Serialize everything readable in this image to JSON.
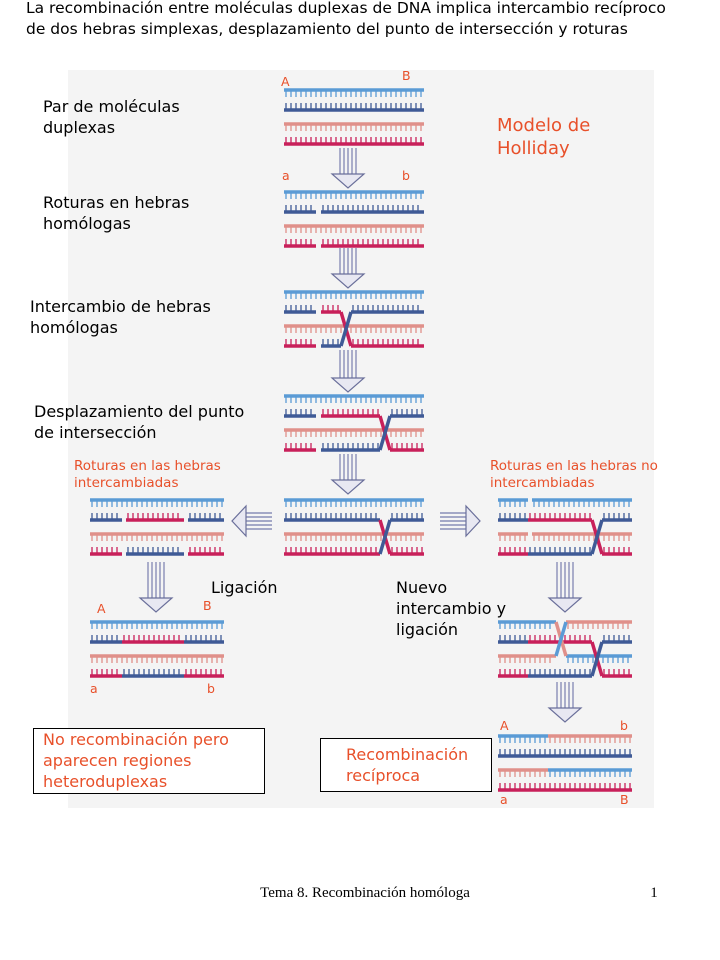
{
  "title": "La recombinación entre moléculas duplexas de DNA implica intercambio recíproco de dos hebras simplexas, desplazamiento del punto de intersección y roturas",
  "model_label": "Modelo de Holliday",
  "steps": {
    "pair": "Par de moléculas duplexas",
    "breaks": "Roturas en hebras homólogas",
    "exchange": "Intercambio de hebras homólogas",
    "migration": "Desplazamiento del punto de intersección",
    "left_breaks": "Roturas en las hebras intercambiadas",
    "right_breaks": "Roturas en las hebras no intercambiadas",
    "ligation": "Ligación",
    "new_exchange": "Nuevo intercambio y ligación"
  },
  "alleles": {
    "A": "A",
    "B": "B",
    "a": "a",
    "b": "b"
  },
  "results": {
    "left": "No recombinación pero aparecen regiones heteroduplexas",
    "right": "Recombinación recíproca"
  },
  "footer": {
    "course": "Tema 8. Recombinación homóloga",
    "page": "1"
  },
  "colors": {
    "blue_light": "#5b9bd5",
    "blue_dark": "#3f5a96",
    "red_light": "#e0908a",
    "red_dark": "#c8205a",
    "label_orange": "#e8502a"
  }
}
